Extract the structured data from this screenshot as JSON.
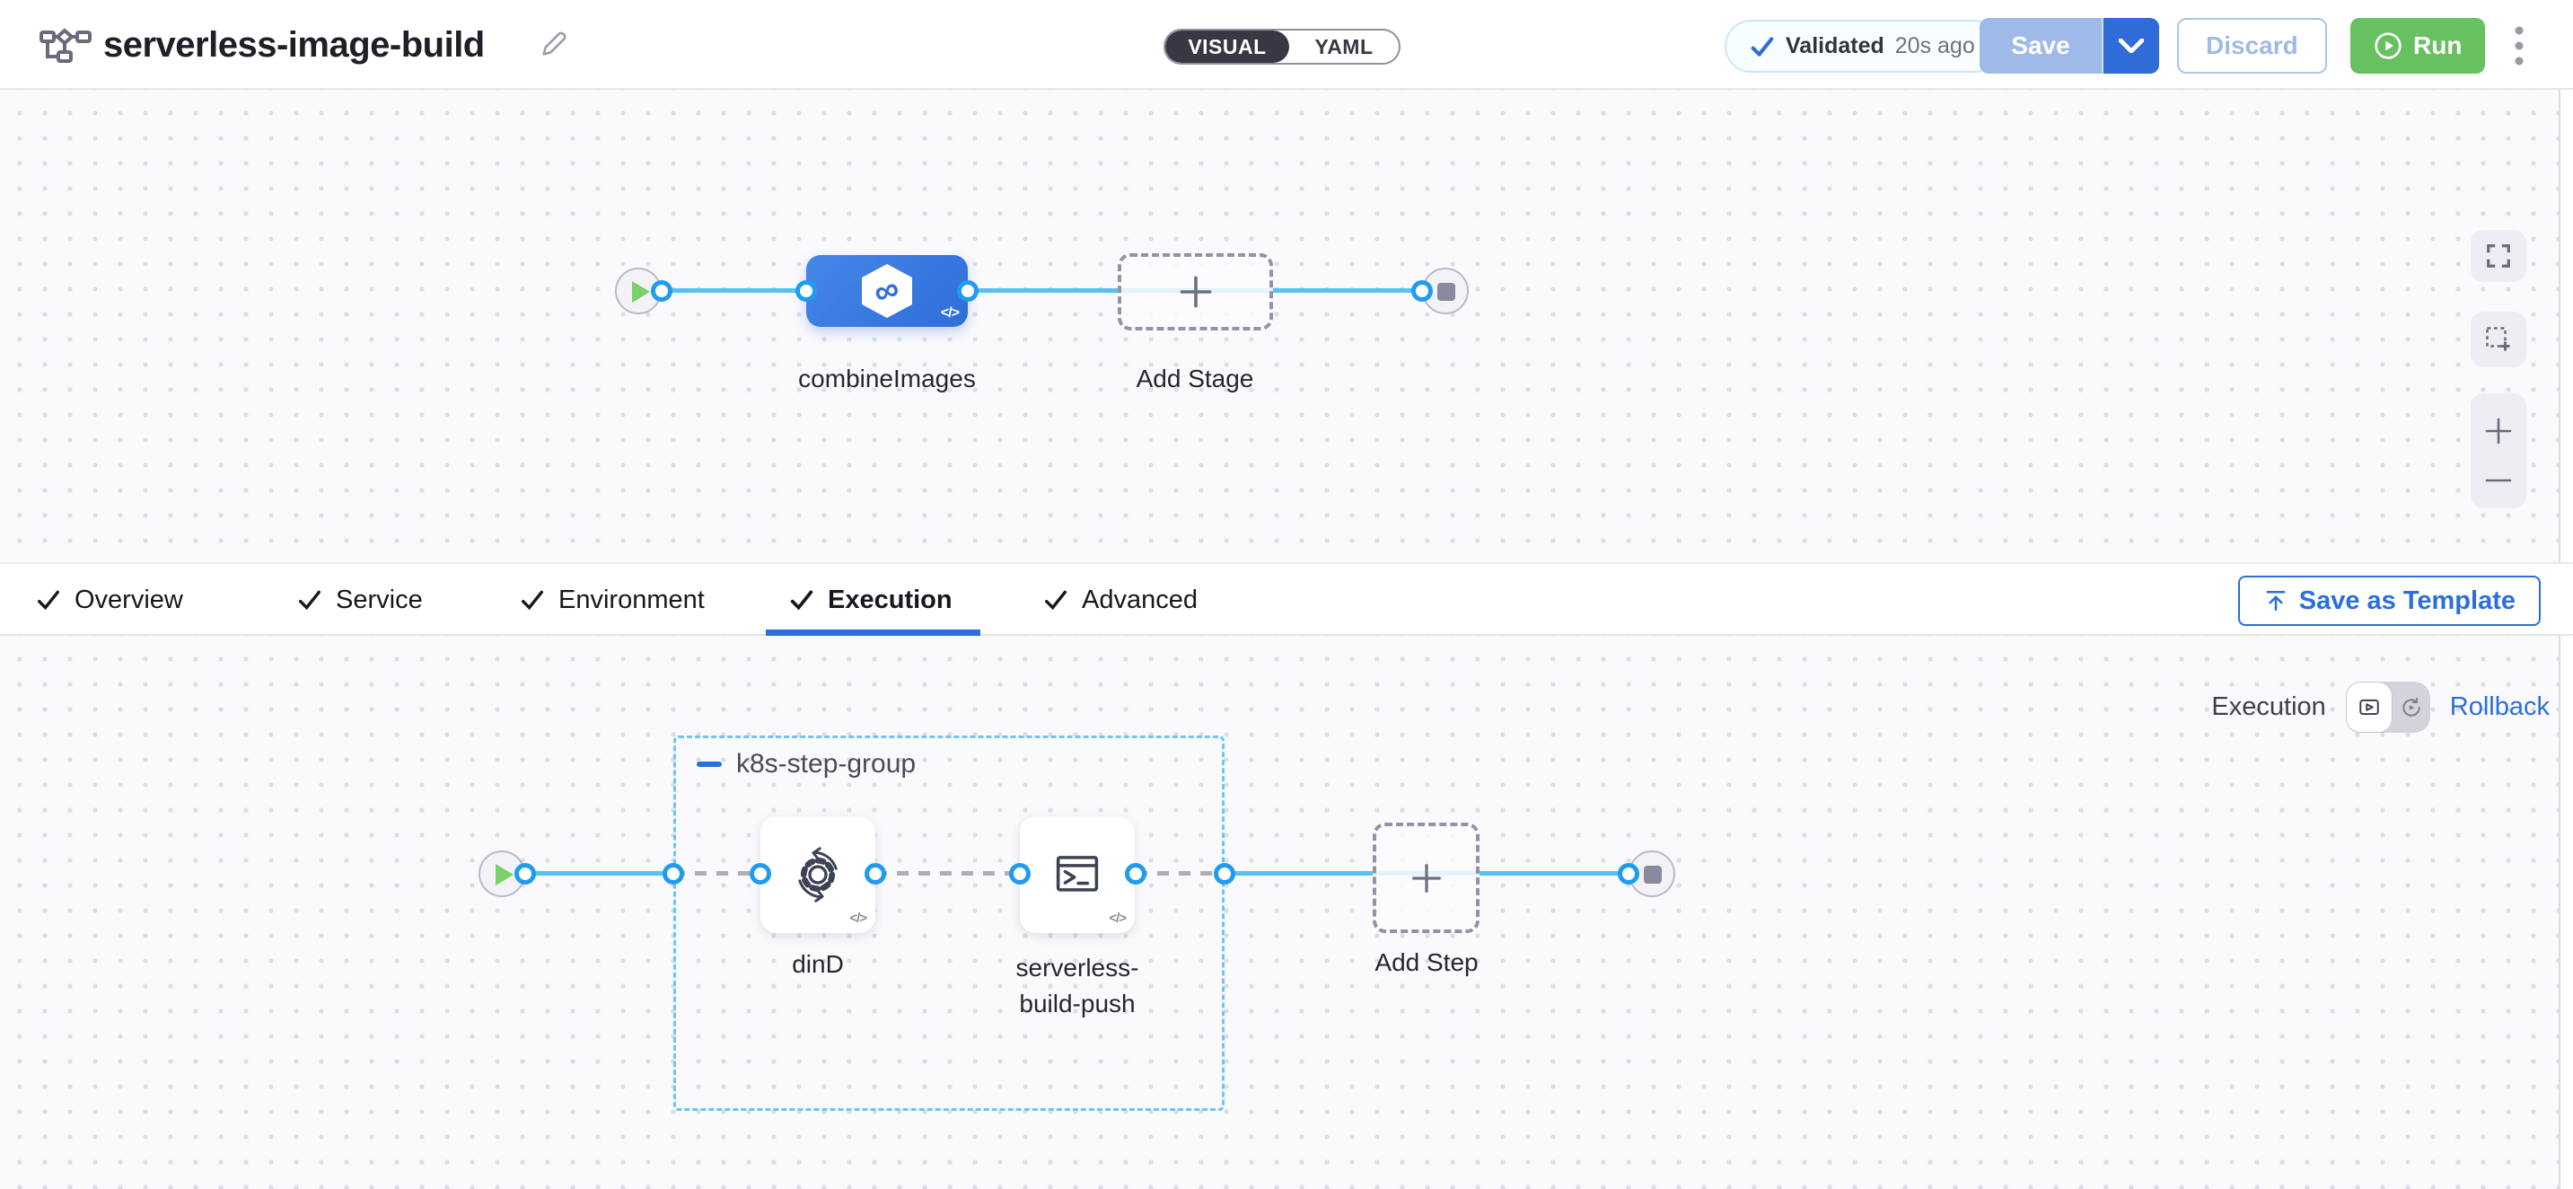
{
  "header": {
    "title": "serverless-image-build",
    "mode_toggle": {
      "options": [
        "VISUAL",
        "YAML"
      ],
      "selected": "VISUAL"
    },
    "validation": {
      "status": "Validated",
      "time": "20s ago"
    },
    "save_label": "Save",
    "discard_label": "Discard",
    "run_label": "Run"
  },
  "stage_canvas": {
    "stage_name": "combineImages",
    "add_stage_label": "Add Stage"
  },
  "tabs": {
    "items": [
      {
        "label": "Overview"
      },
      {
        "label": "Service"
      },
      {
        "label": "Environment"
      },
      {
        "label": "Execution"
      },
      {
        "label": "Advanced"
      }
    ],
    "active": "Execution",
    "save_as_template_label": "Save as Template"
  },
  "execution_panel": {
    "mode_label": "Execution",
    "rollback_label": "Rollback",
    "step_group_name": "k8s-step-group",
    "steps": [
      {
        "name": "dinD"
      },
      {
        "name": "serverless-build-push"
      }
    ],
    "add_step_label": "Add Step"
  },
  "icons": {
    "code_glyph": "</>",
    "infinity_glyph": "∞"
  },
  "colors": {
    "accent_blue": "#2b6fd8",
    "connector_blue": "#54c2f3",
    "port_ring_blue": "#1f9cf0",
    "group_dash_blue": "#6ac7f3",
    "run_green": "#68c160",
    "play_green": "#79d168",
    "stage_blue_start": "#4687e9",
    "stage_blue_end": "#2d6ed9",
    "disabled_save_blue": "#9fbae9",
    "toggle_dark": "#383844"
  }
}
